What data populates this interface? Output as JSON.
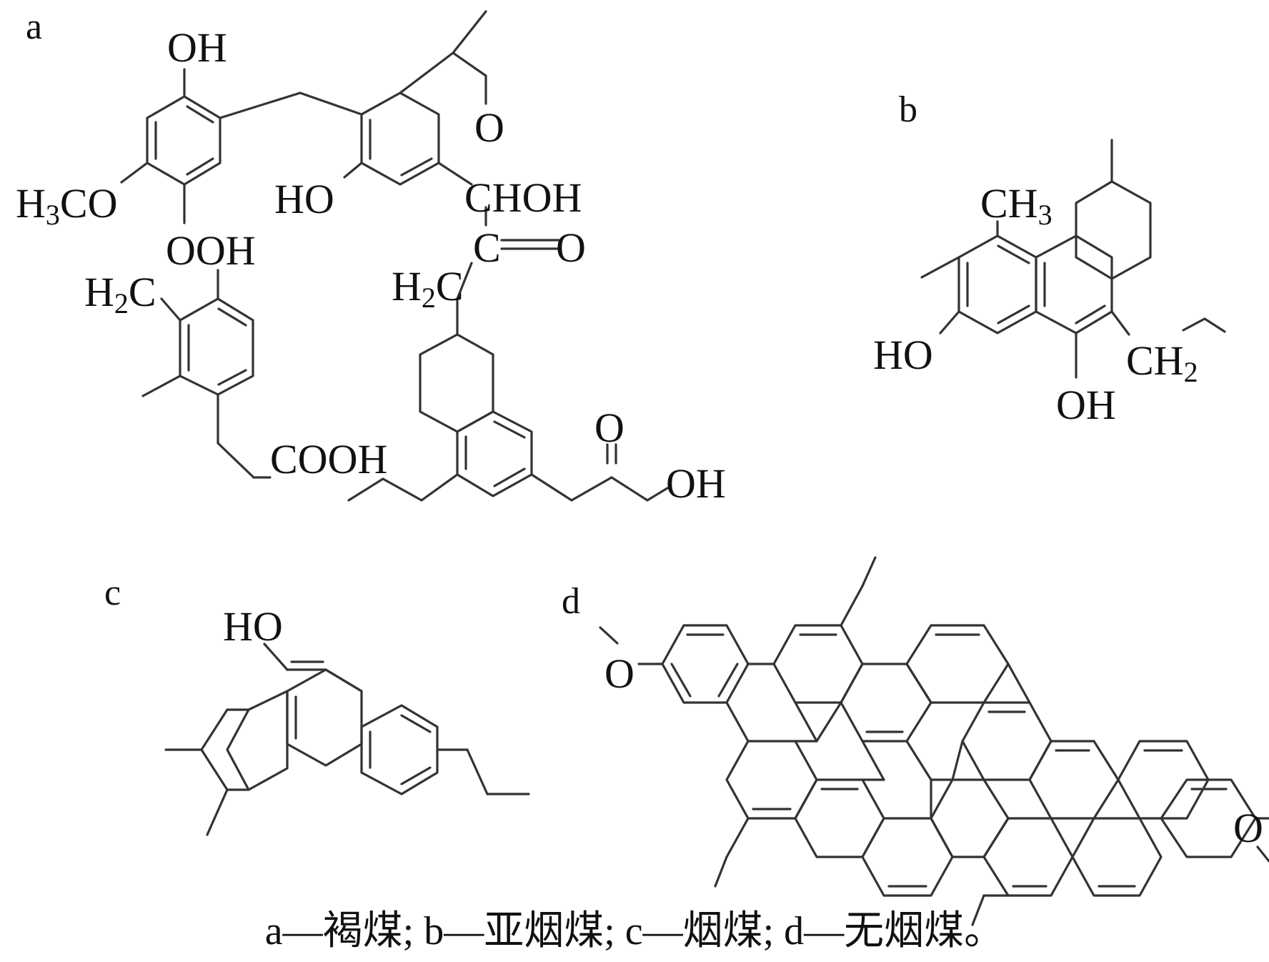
{
  "panels": {
    "a": "a",
    "b": "b",
    "c": "c",
    "d": "d"
  },
  "labels": {
    "a_oh_top": "OH",
    "a_o_ring": "O",
    "a_ho_mid": "HO",
    "a_chohl": "CHOH",
    "a_ch3o_h": "H",
    "a_ch3o_3": "3",
    "a_ch3o_co": "CO",
    "a_ooh": "OOH",
    "a_h2c_l_h": "H",
    "a_h2c_l_2": "2",
    "a_h2c_l_c": "C",
    "a_c": "C",
    "a_eq_o": "O",
    "a_h2c_r_h": "H",
    "a_h2c_r_2": "2",
    "a_h2c_r_c": "C",
    "a_cooh": "COOH",
    "a_o_ester": "O",
    "a_oh_right": "OH",
    "b_ch3_ch": "CH",
    "b_ch3_3": "3",
    "b_ho": "HO",
    "b_ch2_ch": "CH",
    "b_ch2_2": "2",
    "b_oh": "OH",
    "c_ho": "HO",
    "d_o_left": "O",
    "d_o_right": "O"
  },
  "caption": "a—褐煤; b—亚烟煤; c—烟煤; d—无烟煤。"
}
